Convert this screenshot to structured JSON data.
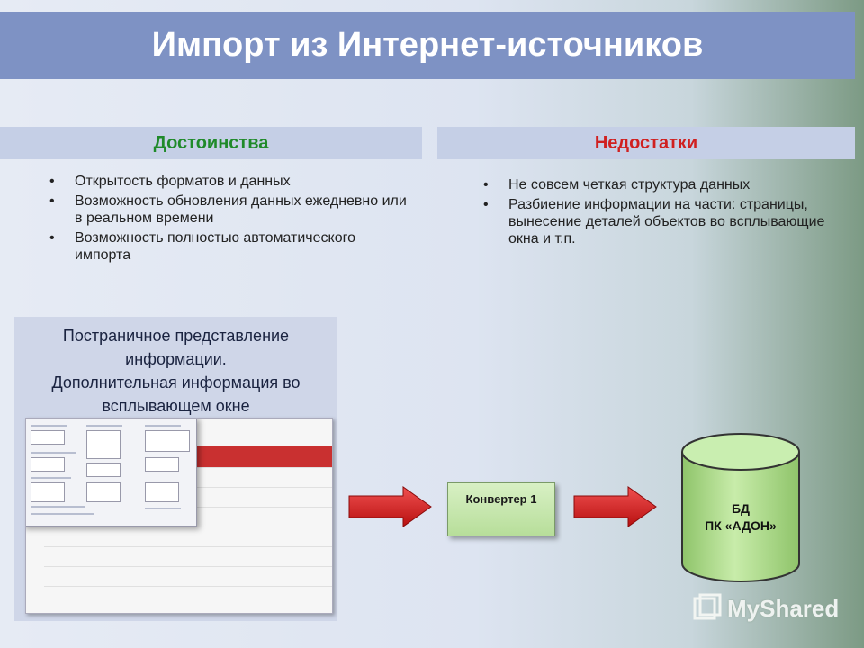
{
  "slide": {
    "title": "Импорт из Интернет-источников",
    "pros": {
      "heading": "Достоинства",
      "items": [
        "Открытость форматов и данных",
        "Возможность обновления данных ежедневно или в реальном времени",
        "Возможность полностью автоматического импорта"
      ]
    },
    "cons": {
      "heading": "Недостатки",
      "items": [
        "Не совсем четкая структура данных",
        "Разбиение информации на части: страницы, вынесение деталей объектов во всплывающие окна и т.п."
      ]
    },
    "panel": {
      "caption_line1": "Постраничное представление информации.",
      "caption_line2": "Дополнительная информация во всплывающем окне"
    },
    "converter_label": "Конвертер 1",
    "database": {
      "line1": "БД",
      "line2": "ПК «АДОН»"
    },
    "watermark": "MyShared"
  },
  "colors": {
    "title_bg": "#7e92c4",
    "pros_heading": "#1f8a2a",
    "cons_heading": "#d02020",
    "arrow": "#d42020",
    "converter_fill": "#c6e6ad",
    "database_fill": "#b9e39a"
  },
  "icons": [
    "arrow-right-icon",
    "database-cylinder-icon",
    "myshared-logo-icon"
  ]
}
